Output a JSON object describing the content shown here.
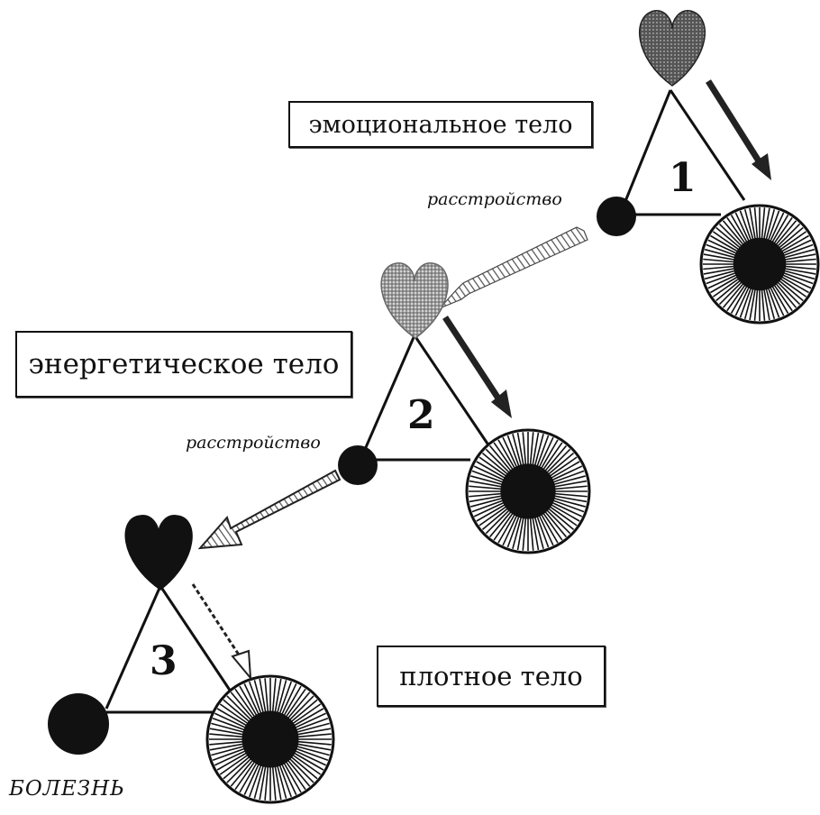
{
  "levels": [
    {
      "number": "1",
      "body_label": "эмоциональное тело",
      "side_label": "расстройство"
    },
    {
      "number": "2",
      "body_label": "энергетическое тело",
      "side_label": "расстройство"
    },
    {
      "number": "3",
      "body_label": "плотное тело",
      "side_label": "БОЛЕЗНЬ"
    }
  ],
  "icons": {
    "top_vertex": "heart-icon",
    "left_vertex": "dot-icon",
    "right_vertex": "radial-sun-icon"
  },
  "colors": {
    "ink": "#111111",
    "heart_level_1": "#444444",
    "heart_level_2": "#8a8a8a",
    "heart_level_3": "#111111"
  }
}
